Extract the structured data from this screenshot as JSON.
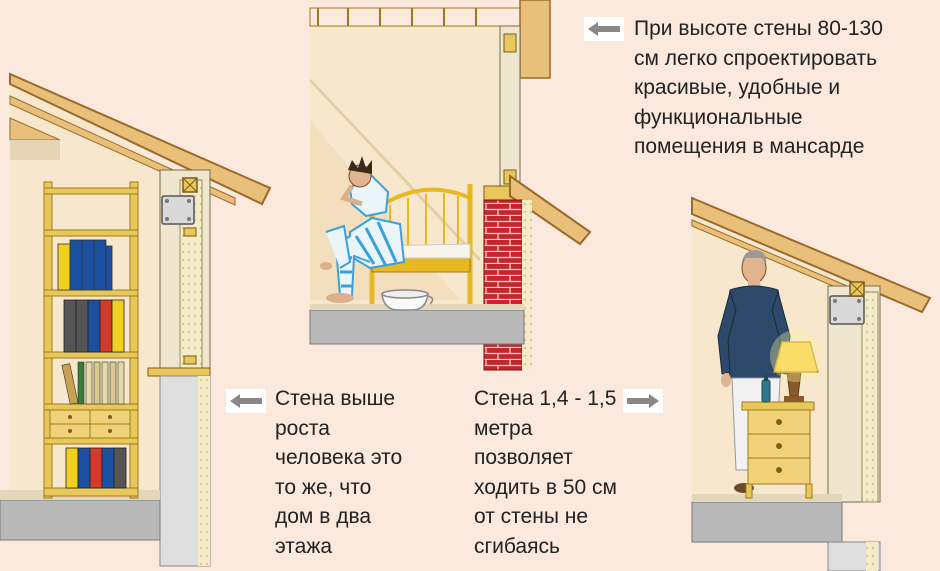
{
  "colors": {
    "background": "#fbe9de",
    "roof": "#e8c07a",
    "roof_edge": "#9a6a2a",
    "interior_wall": "#f7e7cc",
    "floor_slab": "#b9b9b9",
    "brick": "#c1272d",
    "arrow": "#888888",
    "wood": "#e8c85a",
    "book_blue": "#1b4fa0",
    "book_yellow": "#f2d020",
    "book_red": "#d23a2a",
    "pajama_stripe": "#3aa0d8",
    "sweater": "#2e4a6a"
  },
  "captions": {
    "top": "При высоте стены 80-130\nсм легко спроектировать\nкрасивые, удобные и\nфункциональные\nпомещения в мансарде",
    "left": "Стена выше\nроста\nчеловека это\nто же, что\nдом в два\nэтажа",
    "middle": "Стена 1,4 - 1,5\nметра\nпозволяет\nходить в 50 см\nот стены не\nсгибаясь"
  },
  "icons": {
    "left_arrow": "arrow-left-icon",
    "right_arrow": "arrow-right-icon"
  }
}
